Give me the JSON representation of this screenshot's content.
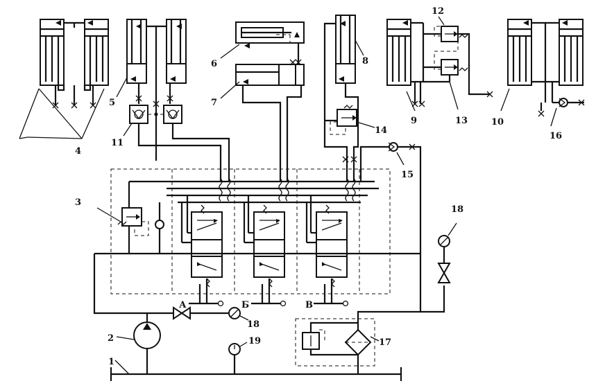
{
  "labels": {
    "n1": "1",
    "n2": "2",
    "n3": "3",
    "n4": "4",
    "n5": "5",
    "n6": "6",
    "n7": "7",
    "n8": "8",
    "n9": "9",
    "n10": "10",
    "n11": "11",
    "n12": "12",
    "n13": "13",
    "n14": "14",
    "n15": "15",
    "n16": "16",
    "n17": "17",
    "n18a": "18",
    "n18b": "18",
    "n19": "19",
    "portA": "А",
    "portB": "Б",
    "portV": "В"
  }
}
